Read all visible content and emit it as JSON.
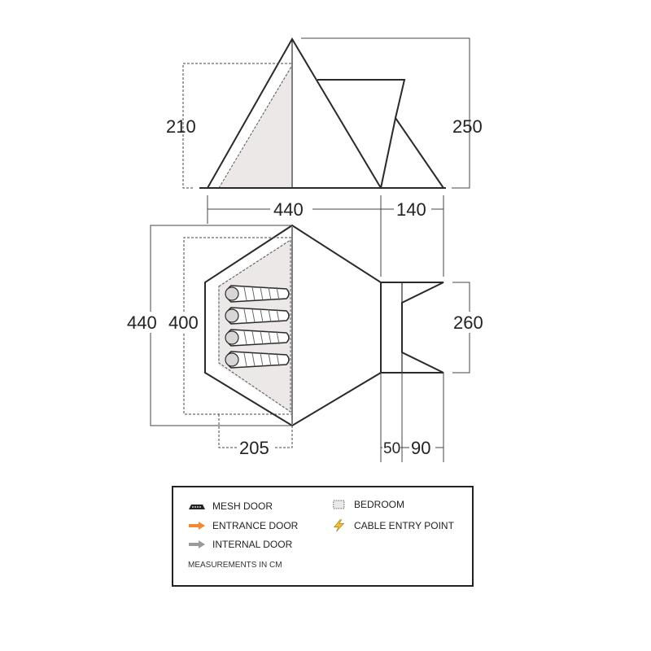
{
  "dimensions": {
    "front_height_bedroom": "210",
    "front_height_total": "250",
    "front_width_main": "440",
    "front_width_porch": "140",
    "floor_depth_total": "440",
    "floor_depth_bedroom": "400",
    "porch_width": "260",
    "bedroom_width": "205",
    "porch_inner": "50",
    "porch_outer": "90"
  },
  "legend": {
    "mesh_door": "MESH DOOR",
    "entrance_door": "ENTRANCE DOOR",
    "internal_door": "INTERNAL DOOR",
    "bedroom": "BEDROOM",
    "cable_entry": "CABLE ENTRY POINT",
    "note": "MEASUREMENTS IN CM"
  },
  "colors": {
    "outline": "#2a2a2a",
    "bedroom_fill": "#ece8e8",
    "entrance_arrow": "#f28a2e",
    "internal_arrow": "#9a9a9a",
    "cable_bolt": "#f2c230"
  },
  "sleeping_bags": 4
}
